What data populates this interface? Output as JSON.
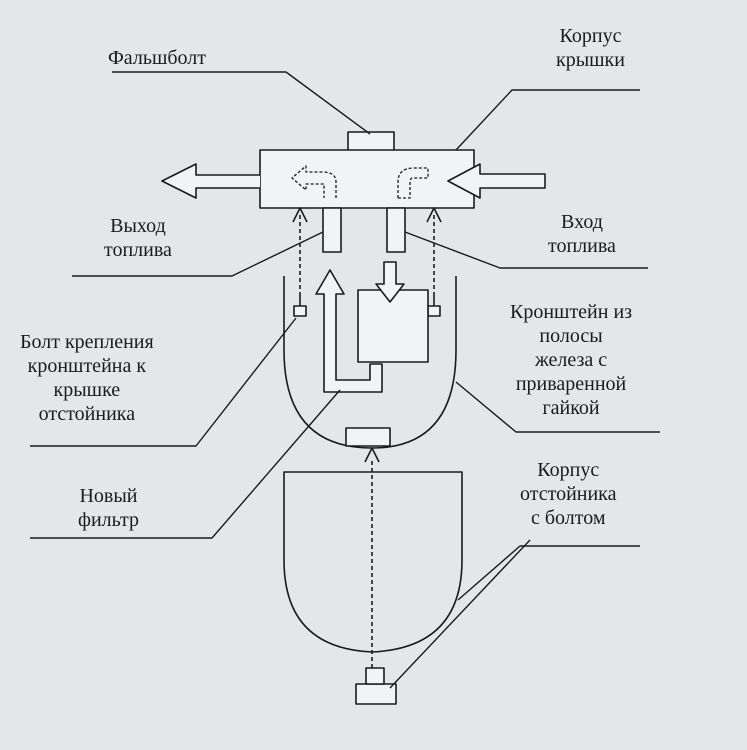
{
  "labels": {
    "falshbolt": "Фальшболт",
    "cover_body": "Корпус\nкрышки",
    "fuel_out": "Выход\nтоплива",
    "fuel_in": "Вход\nтоплива",
    "bracket_bolt": "Болт крепления\nкронштейна к\nкрышке\nотстойника",
    "bracket": "Кронштейн из\nполосы\nжелеза с\nприваренной\nгайкой",
    "new_filter": "Новый\nфильтр",
    "sump_body": "Корпус\nотстойника\nс болтом"
  },
  "colors": {
    "ink": "#1b1b1b",
    "paper": "#e4e6e8",
    "part_fill": "#f2f3f4"
  }
}
